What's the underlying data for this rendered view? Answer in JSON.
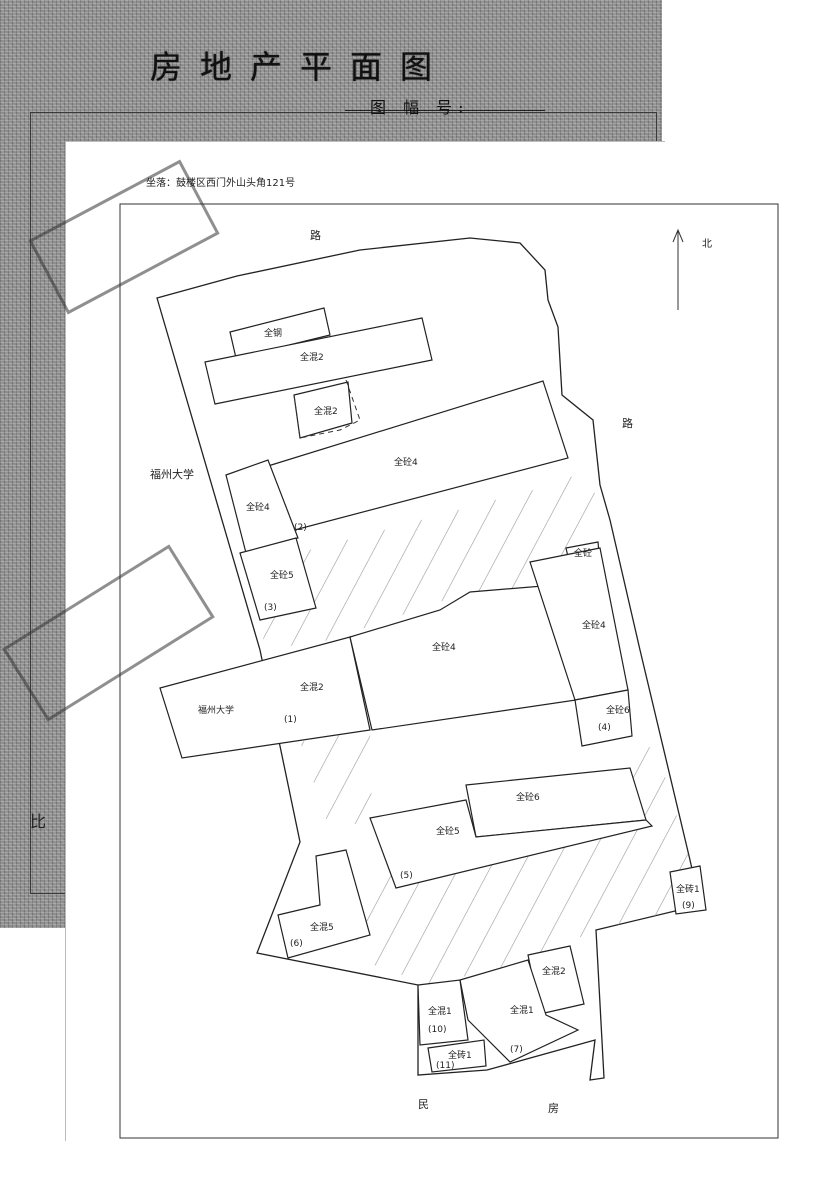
{
  "document": {
    "title": "房地产平面图",
    "sheet_number_label": "图 幅 号:",
    "address": "坐落：鼓楼区西门外山头角121号",
    "north_label": "北",
    "edge_text": "比"
  },
  "stamps": [
    {
      "text": ""
    },
    {
      "text": ""
    }
  ],
  "roads": {
    "top": "路",
    "right": "路",
    "bottom_left": "民",
    "bottom_right": "房"
  },
  "neighbors": {
    "west": "福州大学",
    "west_building": "福州大学"
  },
  "buildings": [
    {
      "id": "b-top-small",
      "label": "全钢",
      "number": ""
    },
    {
      "id": "b-top-long",
      "label": "全混2",
      "number": ""
    },
    {
      "id": "b-top-square",
      "label": "全混2",
      "number": ""
    },
    {
      "id": "b-main-long",
      "label": "全砼4",
      "number": ""
    },
    {
      "id": "b-2",
      "label": "全砼4",
      "number": "(2)"
    },
    {
      "id": "b-3",
      "label": "全砼5",
      "number": "(3)"
    },
    {
      "id": "b-1",
      "label": "全混2",
      "number": "(1)"
    },
    {
      "id": "b-middle",
      "label": "全砼4",
      "number": ""
    },
    {
      "id": "b-4-top",
      "label": "全砼",
      "number": ""
    },
    {
      "id": "b-4-main",
      "label": "全砼4",
      "number": ""
    },
    {
      "id": "b-4-low",
      "label": "全砼6",
      "number": "(4)"
    },
    {
      "id": "b-5-upper",
      "label": "全砼6",
      "number": ""
    },
    {
      "id": "b-5",
      "label": "全砼5",
      "number": "(5)"
    },
    {
      "id": "b-6",
      "label": "全混5",
      "number": "(6)"
    },
    {
      "id": "b-9",
      "label": "全砖1",
      "number": "(9)"
    },
    {
      "id": "b-7-top",
      "label": "全混2",
      "number": ""
    },
    {
      "id": "b-7",
      "label": "全混1",
      "number": "(7)"
    },
    {
      "id": "b-10",
      "label": "全混1",
      "number": "(10)"
    },
    {
      "id": "b-11",
      "label": "全砖1",
      "number": "(11)"
    }
  ]
}
